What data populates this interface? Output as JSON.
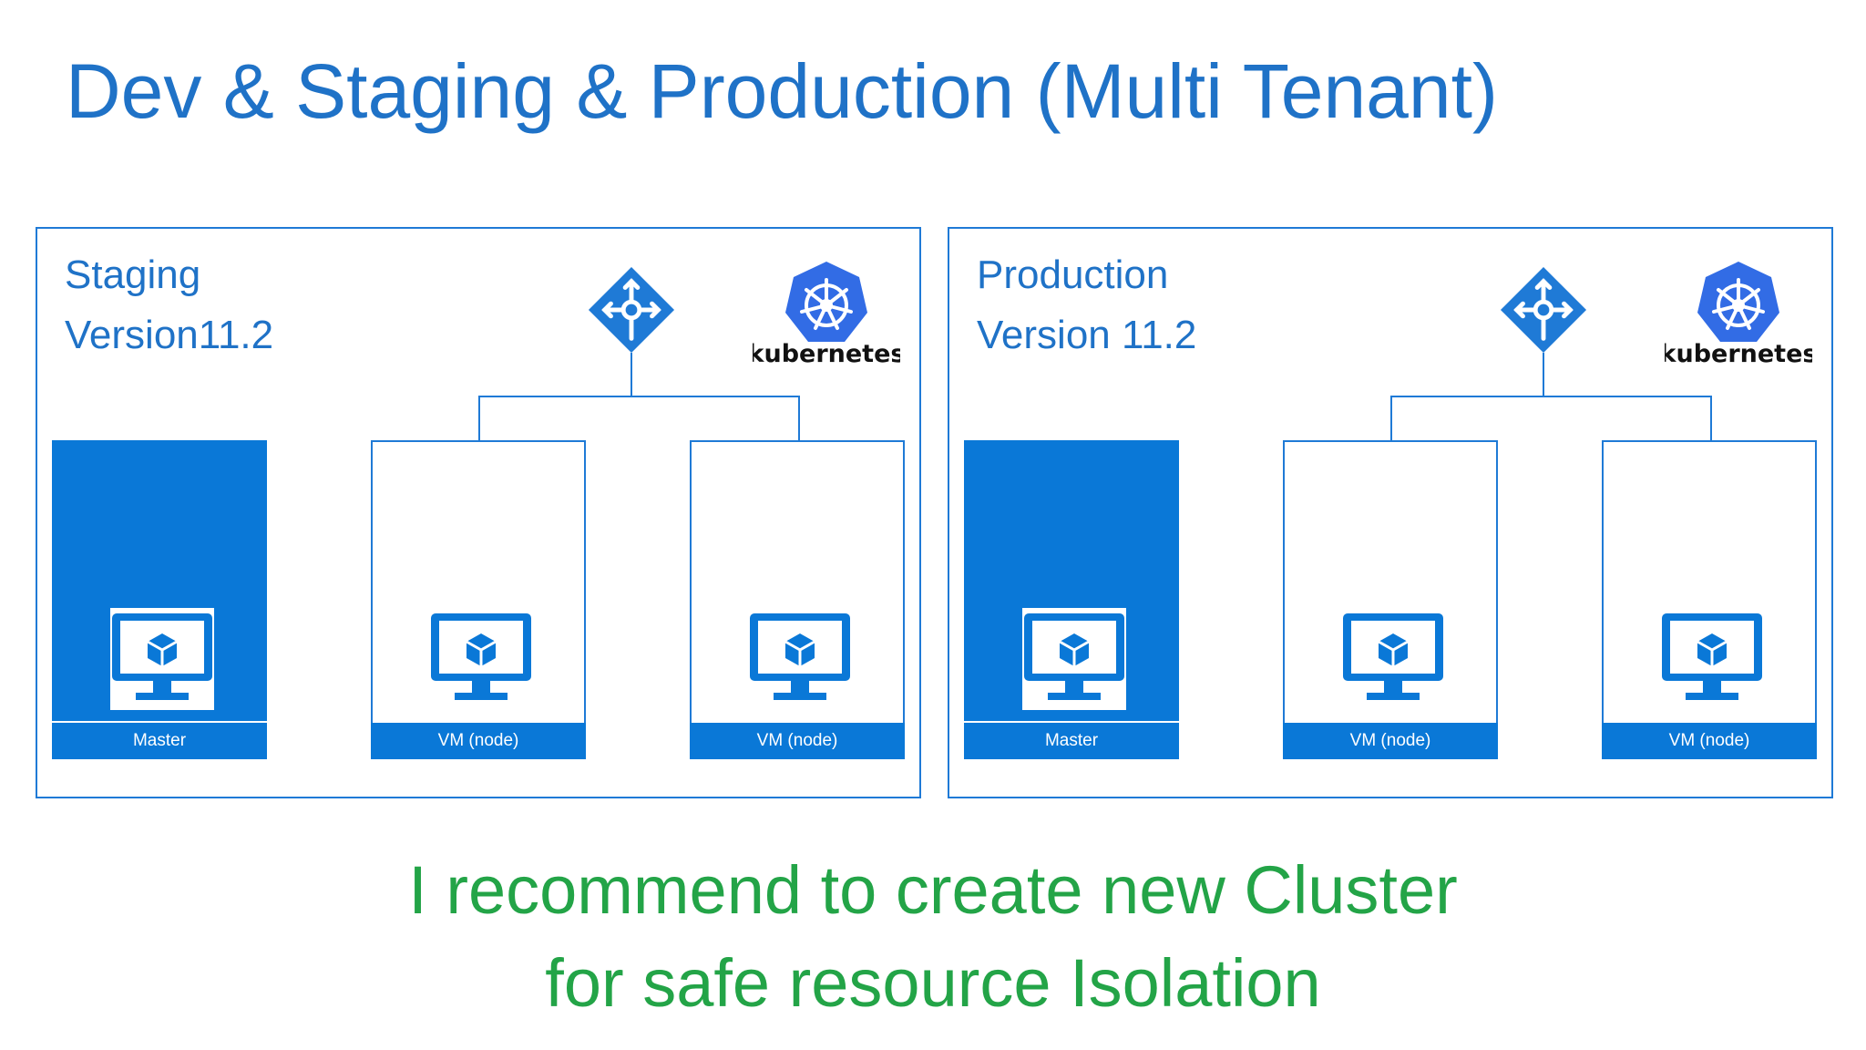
{
  "slide": {
    "title": "Dev & Staging & Production (Multi Tenant)",
    "recommendation_line1": "I recommend to create new Cluster",
    "recommendation_line2": "for safe resource Isolation"
  },
  "clusters": [
    {
      "name": "Staging",
      "version": "Version11.2",
      "logo_text": "kubernetes",
      "nodes": [
        {
          "label": "Master",
          "type": "master"
        },
        {
          "label": "VM (node)",
          "type": "worker"
        },
        {
          "label": "VM (node)",
          "type": "worker"
        }
      ]
    },
    {
      "name": "Production",
      "version": "Version 11.2",
      "logo_text": "kubernetes",
      "nodes": [
        {
          "label": "Master",
          "type": "master"
        },
        {
          "label": "VM (node)",
          "type": "worker"
        },
        {
          "label": "VM (node)",
          "type": "worker"
        }
      ]
    }
  ],
  "icons": {
    "load_balancer": "load-balancer-icon",
    "kubernetes": "kubernetes-logo-icon",
    "vm": "virtual-machine-icon"
  },
  "colors": {
    "title_blue": "#1f72c7",
    "accent_blue": "#0a78d7",
    "k8s_blue": "#326ce5",
    "recommendation_green": "#23a447"
  }
}
